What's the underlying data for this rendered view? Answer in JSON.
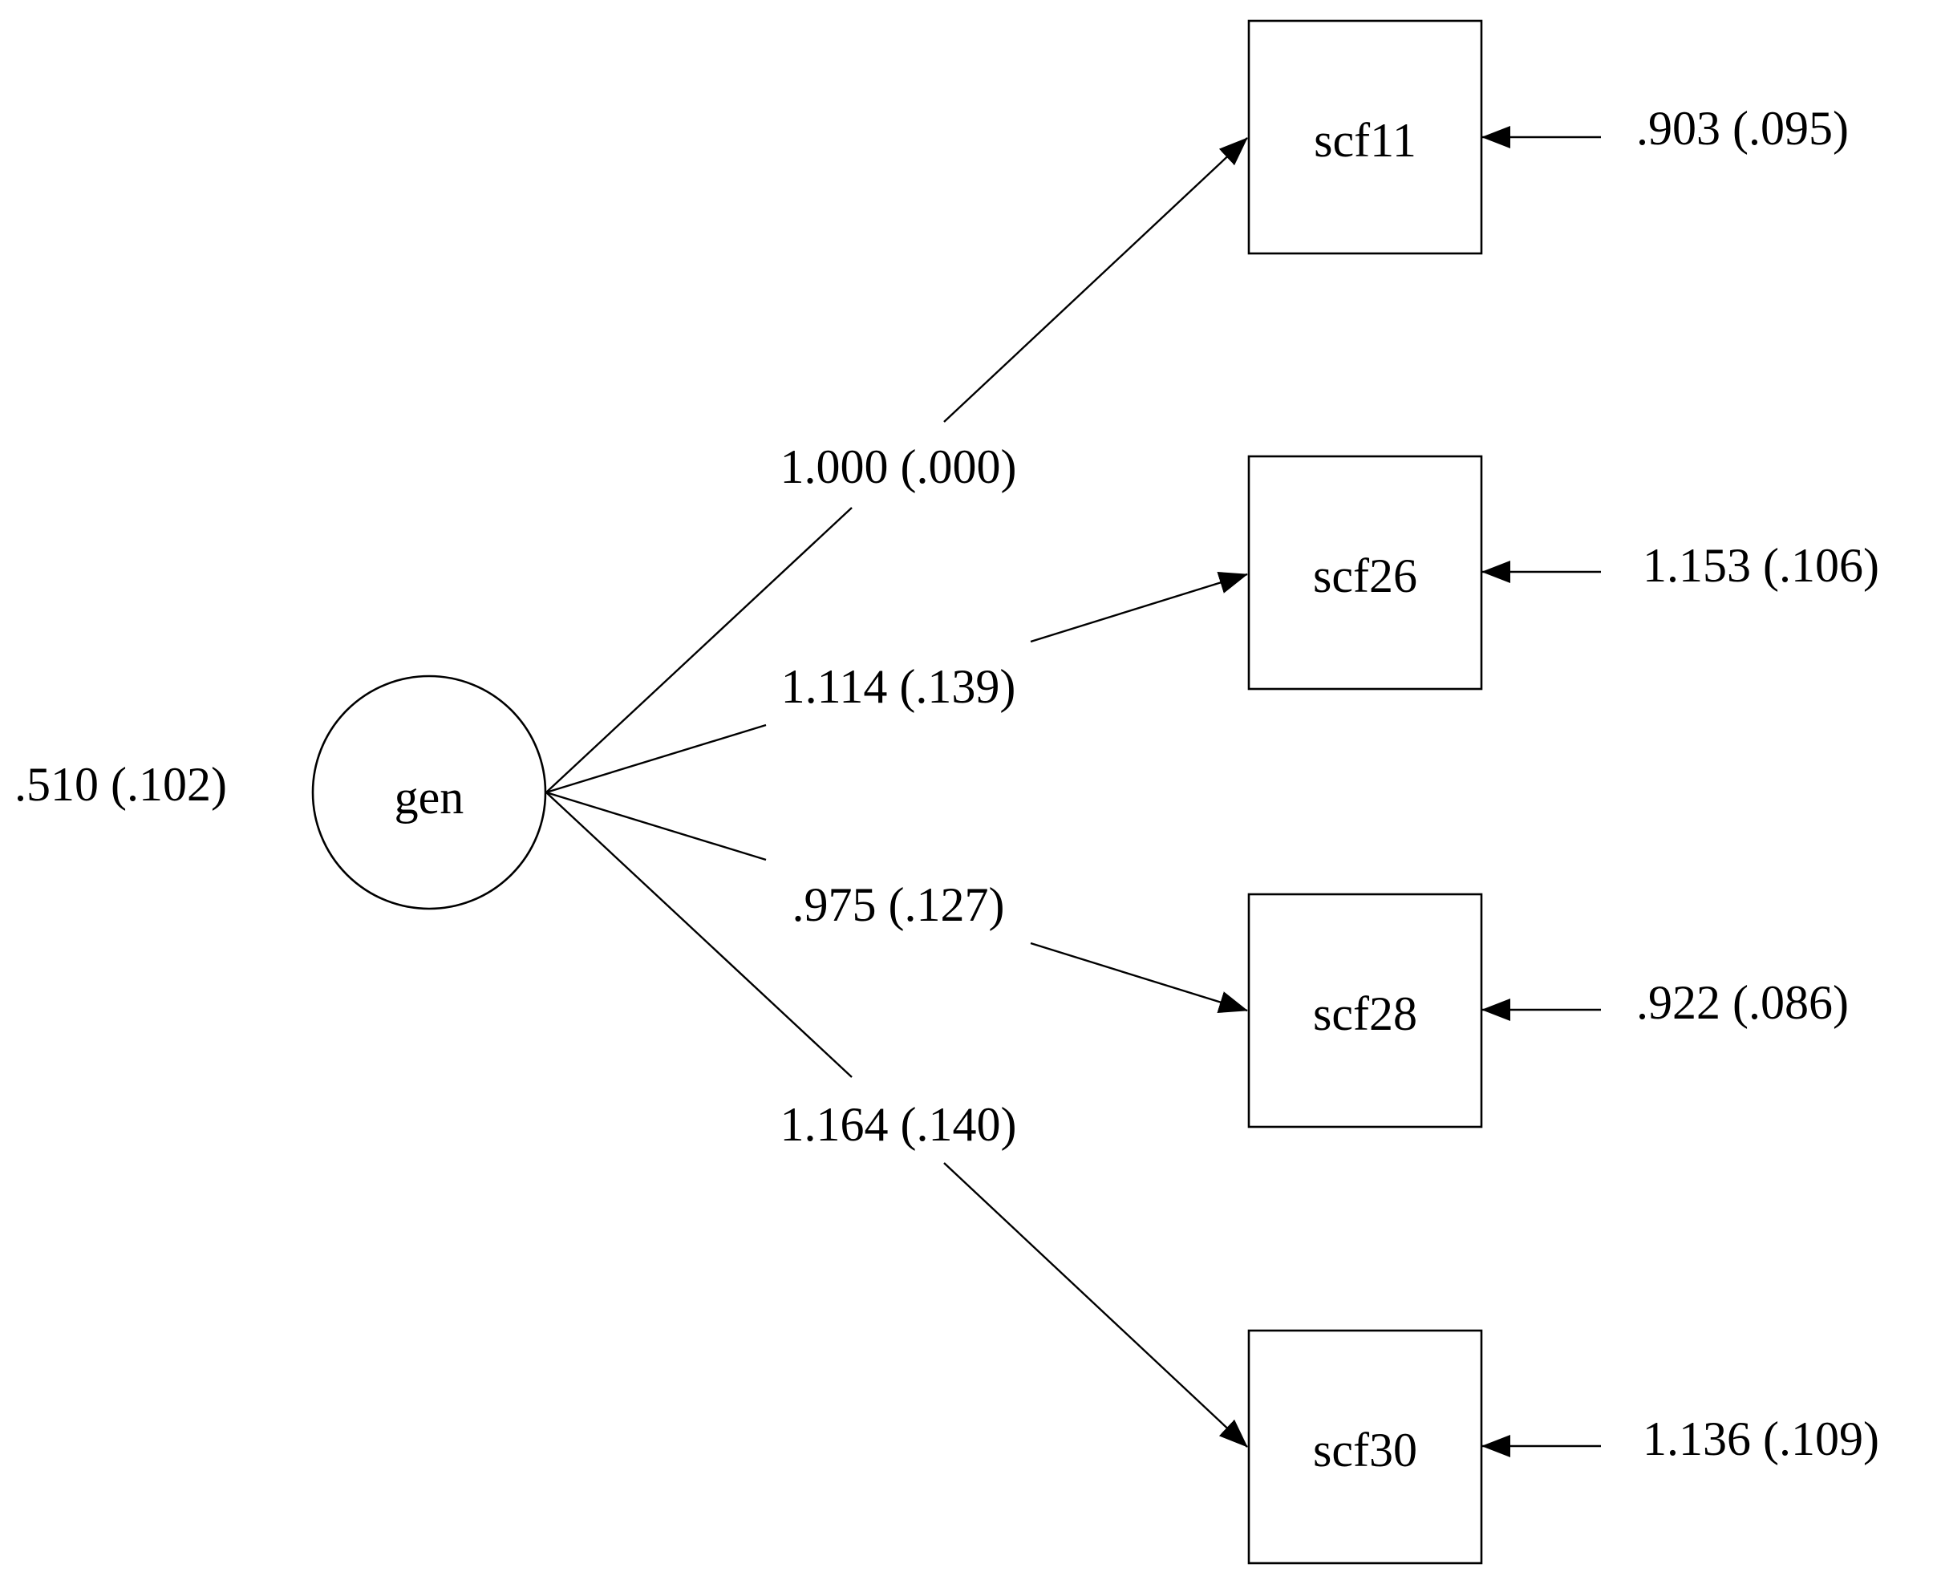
{
  "latent": {
    "label": "gen",
    "variance": ".510 (.102)"
  },
  "indicators": [
    {
      "label": "scf11",
      "loading": "1.000 (.000)",
      "residual": ".903 (.095)"
    },
    {
      "label": "scf26",
      "loading": "1.114 (.139)",
      "residual": "1.153 (.106)"
    },
    {
      "label": "scf28",
      "loading": ".975 (.127)",
      "residual": ".922 (.086)"
    },
    {
      "label": "scf30",
      "loading": "1.164 (.140)",
      "residual": "1.136 (.109)"
    }
  ],
  "colors": {
    "stroke": "#000000",
    "background": "#ffffff"
  }
}
